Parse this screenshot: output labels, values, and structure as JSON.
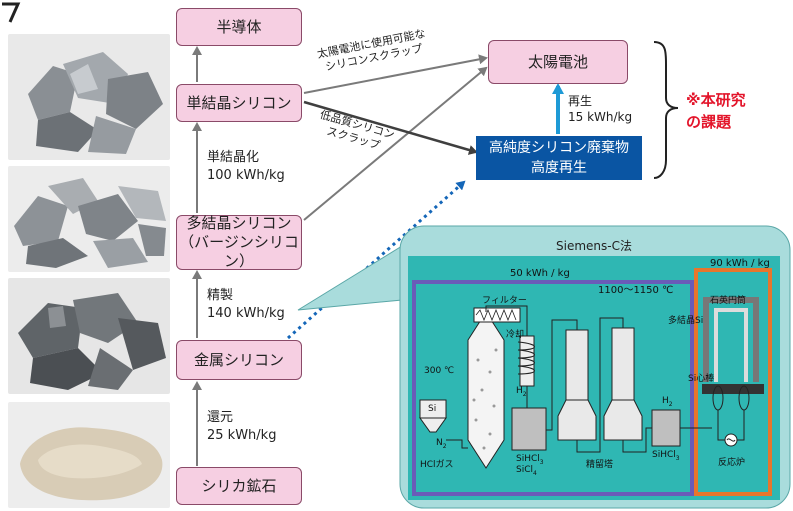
{
  "boxes": {
    "semiconductor": "半導体",
    "mono_silicon": "単結晶シリコン",
    "poly_silicon_line1": "多結晶シリコン",
    "poly_silicon_line2": "（バージンシリコン）",
    "metal_silicon": "金属シリコン",
    "silica_ore": "シリカ鉱石",
    "solar_cell": "太陽電池",
    "hp_waste_line1": "高純度シリコン廃棄物",
    "hp_waste_line2": "高度再生"
  },
  "steps": {
    "monocrystallize_label": "単結晶化",
    "monocrystallize_energy": "100 kWh/kg",
    "refine_label": "精製",
    "refine_energy": "140 kWh/kg",
    "reduce_label": "還元",
    "reduce_energy": "25 kWh/kg",
    "recycle_label": "再生",
    "recycle_energy": "15 kWh/kg"
  },
  "arrow_labels": {
    "usable_scrap_line1": "太陽電池に使用可能な",
    "usable_scrap_line2": "シリコンスクラップ",
    "low_grade_line1": "低品質シリコン",
    "low_grade_line2": "スクラップ"
  },
  "research_topic": {
    "line1": "※本研究",
    "line2": "の課題"
  },
  "siemens": {
    "title": "Siemens-C法",
    "energy_main": "50 kWh / kg",
    "energy_reactor": "90 kWh / kg",
    "temp_reactor": "1100～1150 ℃",
    "filter": "フィルター",
    "cooling": "冷却",
    "temp_300": "300 ℃",
    "si": "Si",
    "h2_a": "H",
    "h2_b": "H",
    "n2": "N",
    "hcl_gas": "HClガス",
    "sihcl3_a": "SiHCl",
    "sicl4": "SiCl",
    "distillation": "精留塔",
    "sihcl3_b": "SiHCl",
    "quartz_bell": "石英円筒",
    "polysi": "多結晶Si",
    "si_rod": "Si心棒",
    "reactor": "反応炉"
  },
  "colors": {
    "pink_box": "#f6cfe2",
    "navy_box": "#0a55a3",
    "cyan_arrow": "#1e9ad6",
    "red_text": "#e3142a",
    "callout": "#a9dcdc",
    "plant_bg": "#2fb7b3",
    "purple_frame": "#6a5bb8",
    "orange_frame": "#e8762c"
  }
}
